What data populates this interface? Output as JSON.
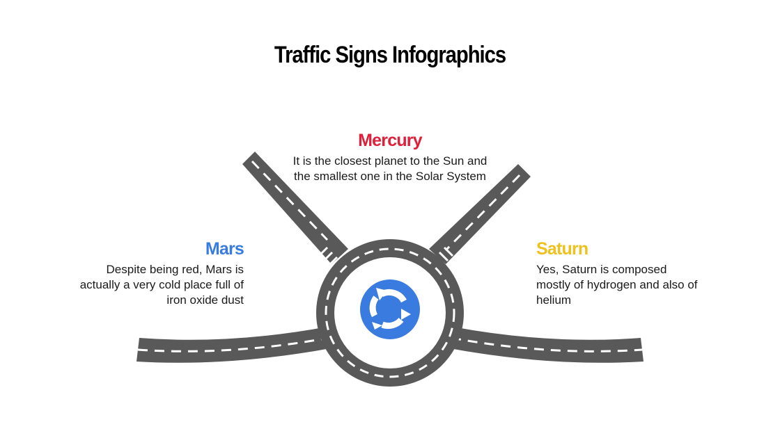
{
  "title": "Traffic Signs Infographics",
  "colors": {
    "road": "#595959",
    "marking": "#ffffff",
    "sign": "#3a7be0",
    "mercury": "#e0203a",
    "mars": "#3a7be0",
    "saturn": "#eec21e"
  },
  "items": [
    {
      "heading": "Mercury",
      "text": "It is the closest planet to the Sun and the smallest one in the Solar System"
    },
    {
      "heading": "Mars",
      "text": "Despite being red, Mars is actually a very cold place full of iron oxide dust"
    },
    {
      "heading": "Saturn",
      "text": "Yes, Saturn is composed mostly of hydrogen and also of helium"
    }
  ],
  "icons": {
    "center_sign": "roundabout-sign-icon"
  }
}
